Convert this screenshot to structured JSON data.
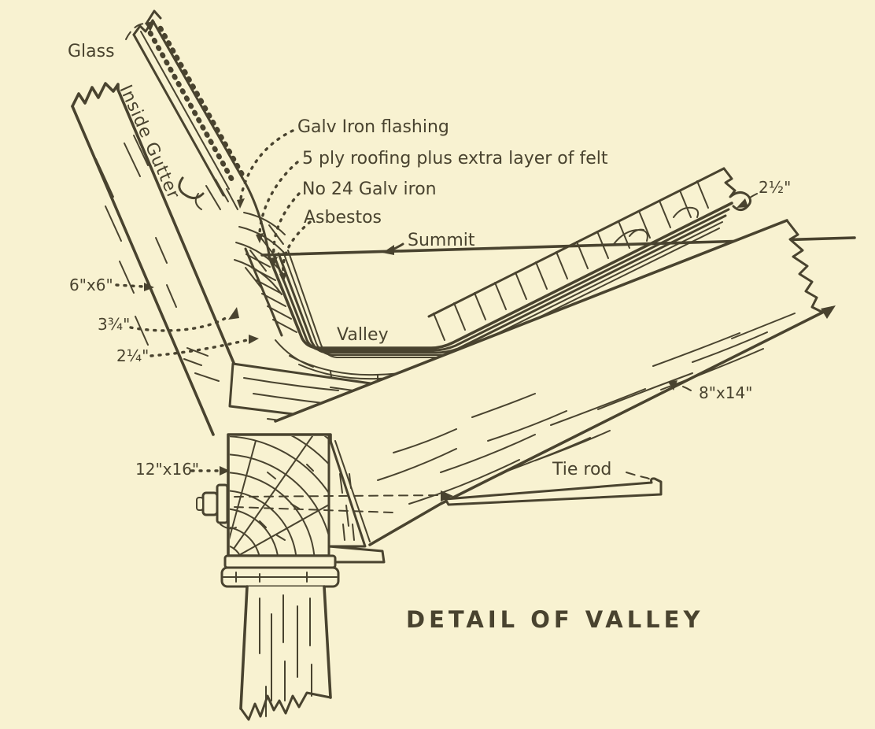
{
  "figure": {
    "title": "DETAIL OF VALLEY",
    "callouts": {
      "glass": "Glass",
      "inside_gutter": "Inside Gutter",
      "galv_iron_flashing": "Galv Iron flashing",
      "five_ply_roofing": "5 ply roofing plus extra layer of felt",
      "no_24_galv_iron": "No 24 Galv iron",
      "asbestos": "Asbestos",
      "summit": "Summit",
      "valley": "Valley",
      "tie_rod": "Tie rod"
    },
    "dimensions": {
      "glazing_bar": "6\"x6\"",
      "purlin_a": "3¾\"",
      "purlin_b": "2¼\"",
      "post": "12\"x16\"",
      "valley_rafter": "8\"x14\"",
      "roof_boards": "2½\""
    },
    "colors": {
      "background": "#f8f2d1",
      "ink": "#49432f"
    }
  }
}
